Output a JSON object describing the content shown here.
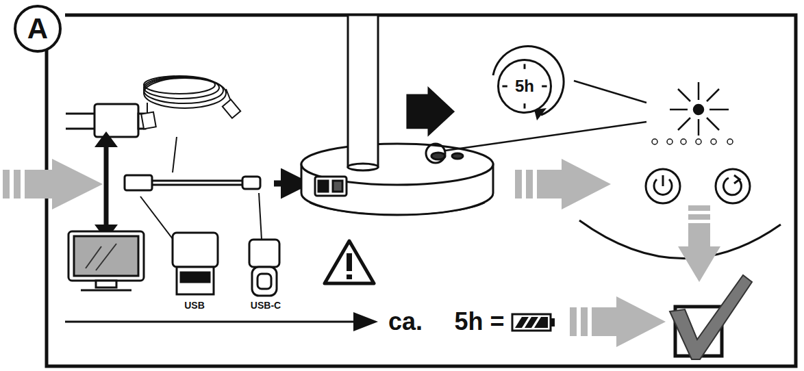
{
  "diagram": {
    "nodes": [
      {
        "text": [
          "A"
        ]
      },
      {
        "text": [
          "5h"
        ]
      }
    ],
    "labels": [
      "USB",
      "USB-C",
      "ca.",
      "5h ="
    ]
  }
}
